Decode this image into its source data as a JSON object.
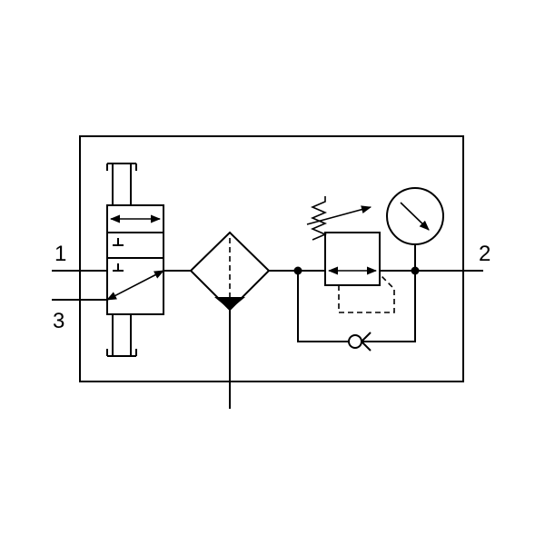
{
  "ports": {
    "inlet": "1",
    "exhaust": "3",
    "outlet": "2"
  },
  "components": [
    {
      "icon": "shutoff-valve-icon"
    },
    {
      "icon": "filter-icon"
    },
    {
      "icon": "pressure-regulator-icon"
    },
    {
      "icon": "pressure-gauge-icon"
    },
    {
      "icon": "check-valve-icon"
    }
  ],
  "colors": {
    "line": "#000000",
    "background": "#ffffff"
  }
}
